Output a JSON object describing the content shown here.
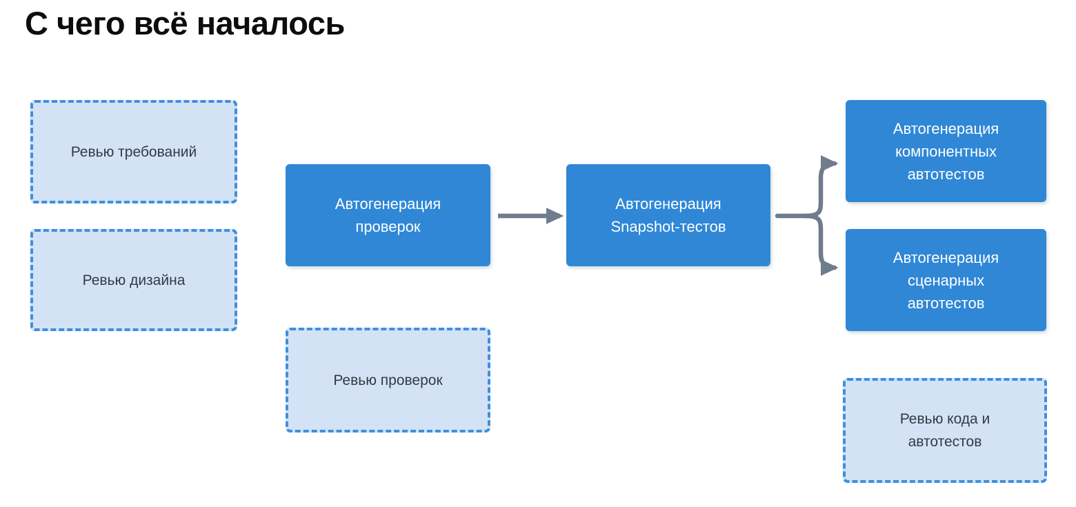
{
  "slide": {
    "title": "С чего всё началось",
    "background_color": "#FFFFFF"
  },
  "colors": {
    "solid_box_fill": "#2F87D6",
    "solid_box_text": "#FFFFFF",
    "dashed_box_fill": "#D3E3F5",
    "dashed_box_border": "#3F8FDD",
    "dashed_box_text": "#2F3B47",
    "arrow": "#6E7C8C",
    "title_text": "#0D0D0D"
  },
  "nodes": {
    "review_requirements": {
      "label": "Ревью требований",
      "type": "dashed"
    },
    "review_design": {
      "label": "Ревью дизайна",
      "type": "dashed"
    },
    "autogen_checks": {
      "label": "Автогенерация\nпроверок",
      "type": "solid"
    },
    "autogen_snapshot": {
      "label": "Автогенерация\nSnapshot-тестов",
      "type": "solid"
    },
    "autogen_component": {
      "label": "Автогенерация\nкомпонентных\nавтотестов",
      "type": "solid"
    },
    "autogen_scenario": {
      "label": "Автогенерация\nсценарных\nавтотестов",
      "type": "solid"
    },
    "review_checks": {
      "label": "Ревью проверок",
      "type": "dashed"
    },
    "review_code": {
      "label": "Ревью кода и\nавтотестов",
      "type": "dashed"
    }
  },
  "connectors": [
    {
      "name": "checks-to-snapshot",
      "from": "autogen_checks",
      "to": "autogen_snapshot",
      "style": "straight-arrow"
    },
    {
      "name": "snapshot-to-component",
      "from": "autogen_snapshot",
      "to": "autogen_component",
      "style": "branch-arrow-up"
    },
    {
      "name": "snapshot-to-scenario",
      "from": "autogen_snapshot",
      "to": "autogen_scenario",
      "style": "branch-arrow-down"
    }
  ]
}
